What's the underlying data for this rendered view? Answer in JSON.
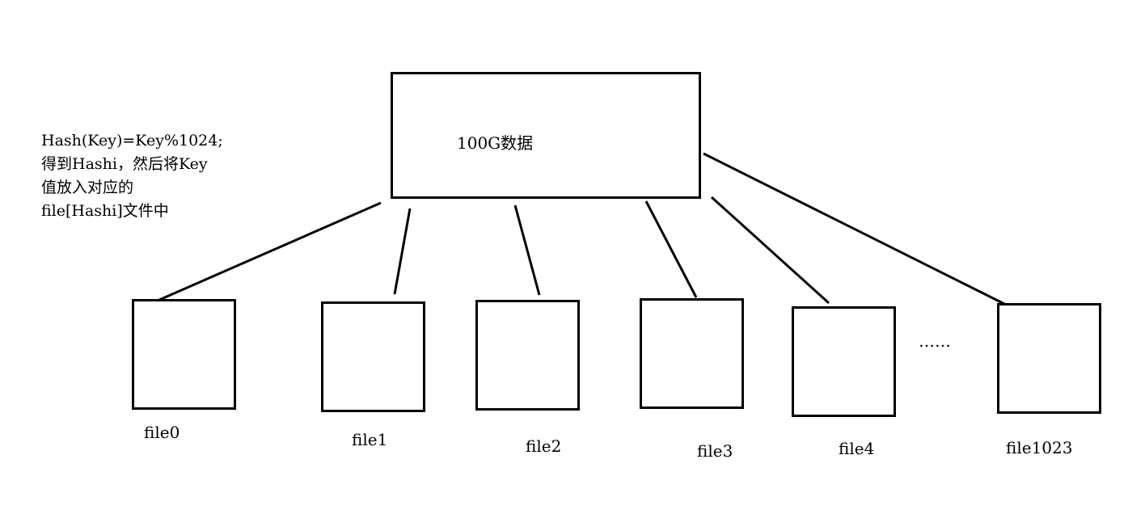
{
  "root": {
    "label": "100G数据"
  },
  "note": {
    "lines": [
      "Hash(Key)=Key%1024;",
      "得到Hashi，然后将Key",
      "值放入对应的",
      "file[Hashi]文件中"
    ]
  },
  "files": [
    {
      "label": "file0"
    },
    {
      "label": "file1"
    },
    {
      "label": "file2"
    },
    {
      "label": "file3"
    },
    {
      "label": "file4"
    },
    {
      "label": "file1023"
    }
  ],
  "ellipsis": "……"
}
